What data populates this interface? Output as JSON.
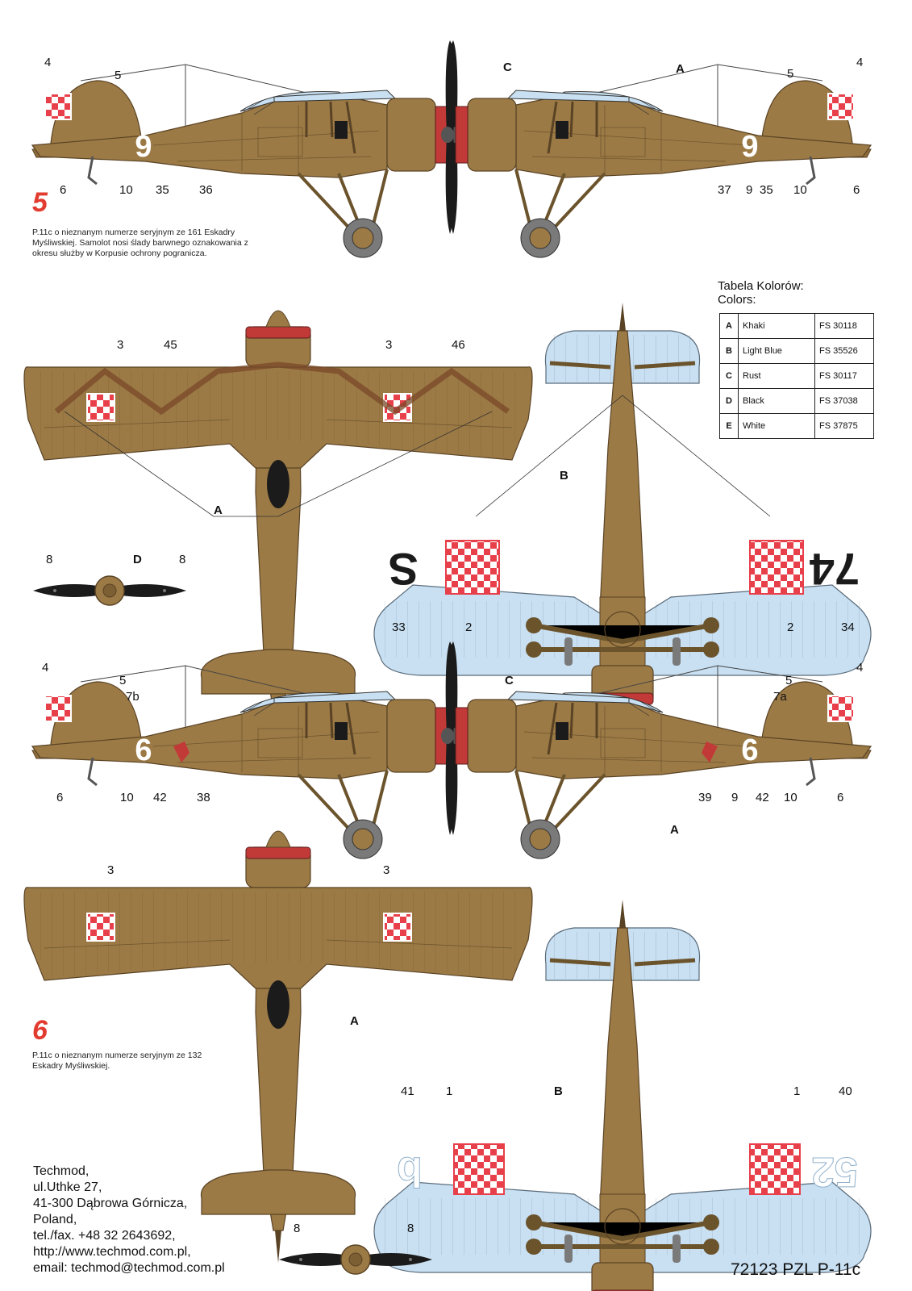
{
  "profile5": {
    "number": "5",
    "caption": "P.11c o nieznanym numerze seryjnym ze 161 Eskadry Myśliwskiej. Samolot nosi ślady barwnego oznakowania z okresu służby w Korpusie ochrony pogranicza.",
    "left_side": {
      "fuselage_code": "9",
      "callouts": [
        "4",
        "5",
        "6",
        "10",
        "35",
        "36"
      ]
    },
    "right_side": {
      "fuselage_code": "9",
      "callouts": [
        "C",
        "A",
        "5",
        "4",
        "37",
        "9",
        "35",
        "10",
        "6"
      ]
    },
    "upper_view": {
      "callouts": [
        "3",
        "45",
        "3",
        "46",
        "A"
      ]
    },
    "lower_view": {
      "wing_code_left": "S",
      "wing_code_right": "74",
      "callouts": [
        "B",
        "33",
        "2",
        "2",
        "34"
      ]
    },
    "propeller": {
      "callouts": [
        "8",
        "D",
        "8"
      ]
    }
  },
  "profile6": {
    "number": "6",
    "caption": "P.11c o nieznanym numerze seryjnym ze 132 Eskadry Myśliwskiej.",
    "left_side": {
      "fuselage_code": "6",
      "callouts": [
        "4",
        "5",
        "7b",
        "6",
        "10",
        "42",
        "38"
      ]
    },
    "right_side": {
      "fuselage_code": "6",
      "callouts": [
        "C",
        "5",
        "7a",
        "4",
        "39",
        "9",
        "42",
        "10",
        "6",
        "A"
      ]
    },
    "upper_view": {
      "callouts": [
        "3",
        "3",
        "A"
      ]
    },
    "lower_view": {
      "wing_code_left": "b",
      "wing_code_right": "52",
      "callouts": [
        "41",
        "1",
        "B",
        "1",
        "40"
      ]
    },
    "propeller": {
      "callouts": [
        "8",
        "8"
      ]
    }
  },
  "colors": {
    "title": "Tabela Kolorów:",
    "subtitle": "Colors:",
    "rows": [
      {
        "key": "A",
        "name": "Khaki",
        "fs": "FS 30118",
        "hex": "#9c7a45"
      },
      {
        "key": "B",
        "name": "Light Blue",
        "fs": "FS 35526",
        "hex": "#c8e0f2"
      },
      {
        "key": "C",
        "name": "Rust",
        "fs": "FS 30117",
        "hex": "#c23a38"
      },
      {
        "key": "D",
        "name": "Black",
        "fs": "FS 37038",
        "hex": "#1b1b1b"
      },
      {
        "key": "E",
        "name": "White",
        "fs": "FS 37875",
        "hex": "#ffffff"
      }
    ]
  },
  "address": {
    "line1": "Techmod,",
    "line2": "ul.Uthke 27,",
    "line3": "41-300 Dąbrowa Górnicza,",
    "line4": "Poland,",
    "line5": "tel./fax. +48 32 2643692,",
    "line6": "http://www.techmod.com.pl,",
    "line7": "email: techmod@techmod.com.pl"
  },
  "product": "72123 PZL P-11c"
}
